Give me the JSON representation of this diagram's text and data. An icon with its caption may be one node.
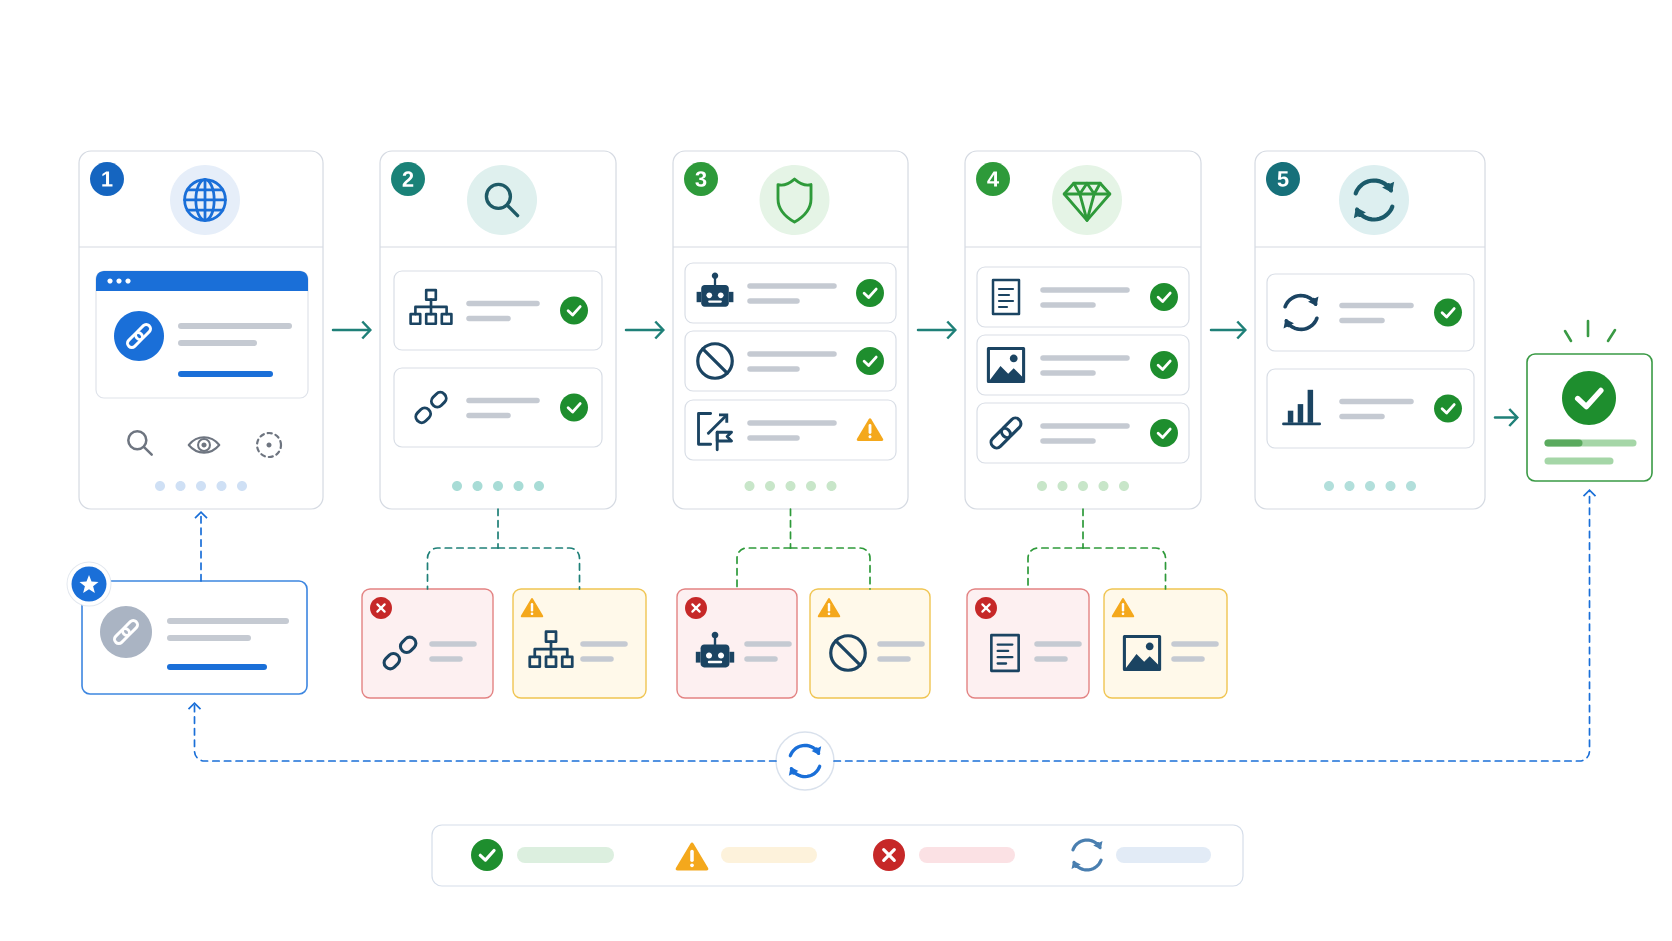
{
  "diagram": {
    "nodes": [
      {
        "text": [
          "1"
        ]
      },
      {
        "text": [
          "2"
        ]
      },
      {
        "text": [
          "3"
        ]
      },
      {
        "text": [
          "4"
        ]
      },
      {
        "text": [
          "5"
        ]
      },
      {
        "text": [],
        "shape": "box"
      },
      {
        "text": [],
        "shape": "box"
      },
      {
        "text": [],
        "shape": "box"
      },
      {
        "text": [],
        "shape": "box"
      },
      {
        "text": [],
        "shape": "box"
      },
      {
        "text": [],
        "shape": "box"
      },
      {
        "text": [],
        "shape": "box"
      },
      {
        "text": [],
        "shape": "box"
      },
      {
        "text": [],
        "shape": "circle"
      }
    ],
    "edges": [
      {
        "from": 0,
        "to": 1,
        "arrow": "to"
      },
      {
        "from": 1,
        "to": 2,
        "arrow": "to"
      },
      {
        "from": 2,
        "to": 3,
        "arrow": "to"
      },
      {
        "from": 3,
        "to": 4,
        "arrow": "to"
      },
      {
        "from": 4,
        "to": 5,
        "arrow": "to"
      },
      {
        "from": 6,
        "to": 0,
        "arrow": "to",
        "style": "dashed",
        "color": "#1a6fd8"
      },
      {
        "from": 1,
        "to": 7,
        "arrow": "none",
        "style": "dashed"
      },
      {
        "from": 1,
        "to": 8,
        "arrow": "none",
        "style": "dashed"
      },
      {
        "from": 2,
        "to": 9,
        "arrow": "none",
        "style": "dashed",
        "color": "#2e9a3a"
      },
      {
        "from": 2,
        "to": 10,
        "arrow": "none",
        "style": "dashed",
        "color": "#2e9a3a"
      },
      {
        "from": 3,
        "to": 11,
        "arrow": "none",
        "style": "dashed",
        "color": "#2e9a3a"
      },
      {
        "from": 3,
        "to": 12,
        "arrow": "none",
        "style": "dashed",
        "color": "#2e9a3a"
      },
      {
        "from": 13,
        "to": 6,
        "arrow": "to",
        "style": "dashed",
        "color": "#1a6fd8"
      },
      {
        "from": 13,
        "to": 5,
        "arrow": "to",
        "style": "dashed",
        "color": "#1a6fd8"
      }
    ]
  }
}
